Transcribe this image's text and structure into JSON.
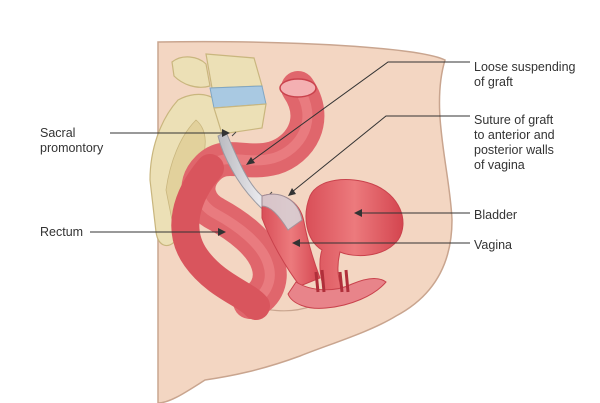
{
  "labels": {
    "sacral_promontory": [
      "Sacral",
      "promontory"
    ],
    "rectum": [
      "Rectum"
    ],
    "loose_suspending": [
      "Loose suspending",
      "of graft"
    ],
    "suture_of_graft": [
      "Suture of graft",
      "to anterior and",
      "posterior walls",
      "of vagina"
    ],
    "bladder": [
      "Bladder"
    ],
    "vagina": [
      "Vagina"
    ]
  },
  "colors": {
    "skin": "#f3d6c2",
    "skin_outline": "#c9a58f",
    "organ": "#e0666c",
    "organ_dark": "#c9424c",
    "organ_light": "#f08d8f",
    "bone": "#ece0b6",
    "bone_shadow": "#c9b67e",
    "disc": "#a9c9e2",
    "graft": "#cfcfd3",
    "leader": "#333333"
  }
}
